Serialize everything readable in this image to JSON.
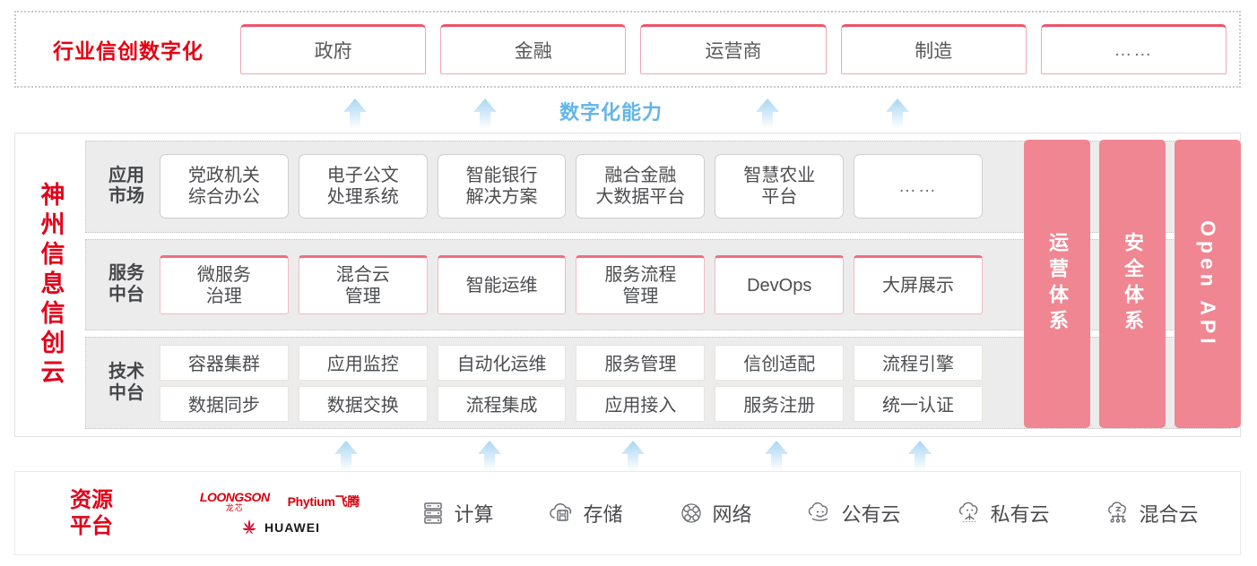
{
  "industry": {
    "title": "行业信创数字化",
    "cards": [
      {
        "label": "政府"
      },
      {
        "label": "金融"
      },
      {
        "label": "运营商"
      },
      {
        "label": "制造"
      },
      {
        "label": "……"
      }
    ]
  },
  "capability_label": "数字化能力",
  "cloud": {
    "title": "神州信息信创云",
    "bands": [
      {
        "label": "应用\n市场",
        "label_line1": "应用",
        "label_line2": "市场",
        "cards": [
          {
            "line1": "党政机关",
            "line2": "综合办公"
          },
          {
            "line1": "电子公文",
            "line2": "处理系统"
          },
          {
            "line1": "智能银行",
            "line2": "解决方案"
          },
          {
            "line1": "融合金融",
            "line2": "大数据平台"
          },
          {
            "line1": "智慧农业",
            "line2": "平台"
          },
          {
            "line1": "……",
            "line2": ""
          }
        ]
      },
      {
        "label_line1": "服务",
        "label_line2": "中台",
        "cards": [
          {
            "line1": "微服务",
            "line2": "治理"
          },
          {
            "line1": "混合云",
            "line2": "管理"
          },
          {
            "line1": "智能运维",
            "line2": ""
          },
          {
            "line1": "服务流程",
            "line2": "管理"
          },
          {
            "line1": "DevOps",
            "line2": ""
          },
          {
            "line1": "大屏展示",
            "line2": ""
          }
        ]
      },
      {
        "label_line1": "技术",
        "label_line2": "中台",
        "row1": [
          "容器集群",
          "应用监控",
          "自动化运维",
          "服务管理",
          "信创适配",
          "流程引擎"
        ],
        "row2": [
          "数据同步",
          "数据交换",
          "流程集成",
          "应用接入",
          "服务注册",
          "统一认证"
        ]
      }
    ],
    "pillars": [
      {
        "label": "运营体系",
        "type": "cn"
      },
      {
        "label": "安全体系",
        "type": "cn"
      },
      {
        "label": "Open API",
        "type": "latin"
      }
    ]
  },
  "resource": {
    "title_line1": "资源",
    "title_line2": "平台",
    "vendors": [
      {
        "name": "LOONGSON",
        "sub": "龙芯",
        "kind": "loongson"
      },
      {
        "name": "Phytium飞腾",
        "kind": "phytium"
      },
      {
        "name": "HUAWEI",
        "kind": "huawei"
      }
    ],
    "items": [
      {
        "label": "计算",
        "icon": "server-rack-icon"
      },
      {
        "label": "存储",
        "icon": "cloud-storage-icon"
      },
      {
        "label": "网络",
        "icon": "network-mesh-icon"
      },
      {
        "label": "公有云",
        "icon": "public-cloud-icon"
      },
      {
        "label": "私有云",
        "icon": "private-cloud-icon"
      },
      {
        "label": "混合云",
        "icon": "hybrid-cloud-icon"
      }
    ]
  },
  "colors": {
    "brand_red": "#e2001a",
    "pink": "#ef8691",
    "card_pink_border": "#ef6e80",
    "arrow_blue": "#bfe0f5",
    "capability_blue": "#63b5e8",
    "band_gray": "#ececec"
  },
  "arrows": {
    "top_positions": [
      375,
      520,
      835,
      980
    ],
    "bottom_positions": [
      365,
      525,
      685,
      845,
      1005
    ]
  }
}
